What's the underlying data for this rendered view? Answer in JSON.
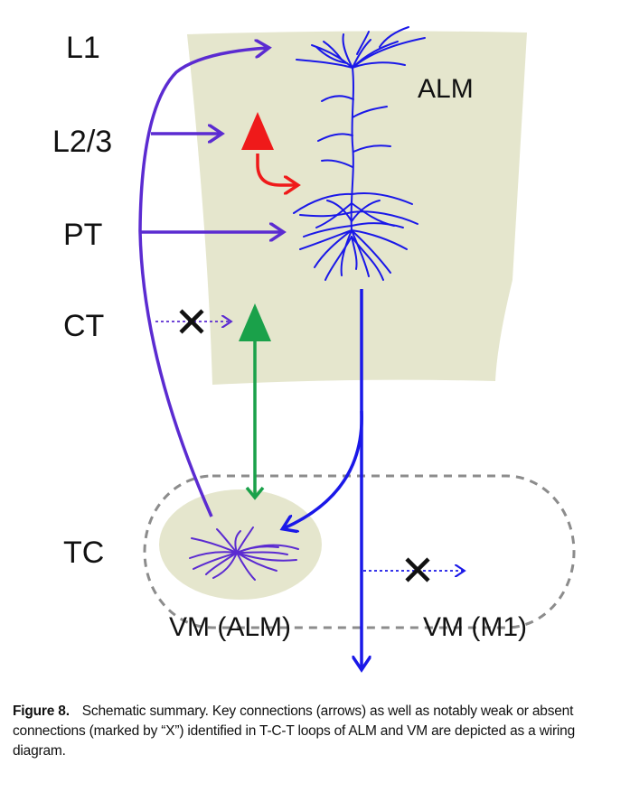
{
  "layers": {
    "l1": "L1",
    "l23": "L2/3",
    "pt": "PT",
    "ct": "CT",
    "tc": "TC"
  },
  "regions": {
    "alm": "ALM",
    "vm_alm": "VM (ALM)",
    "vm_m1": "VM (M1)"
  },
  "caption": {
    "label": "Figure 8.",
    "text": "Schematic summary. Key connections (arrows) as well as notably weak or absent connections (marked by “X”) identified in T-C-T loops of ALM and VM are depicted as a wiring diagram."
  },
  "colors": {
    "cortex_fill": "#e5e6cd",
    "thalamic_connection": "#5b2bd1",
    "pyramidal_neuron": "#1a18e8",
    "intracortical_connection": "#ef1a1a",
    "ct_feedback": "#1aa14a",
    "absent_marker": "#111111",
    "vm_border": "#8c8c8c"
  }
}
